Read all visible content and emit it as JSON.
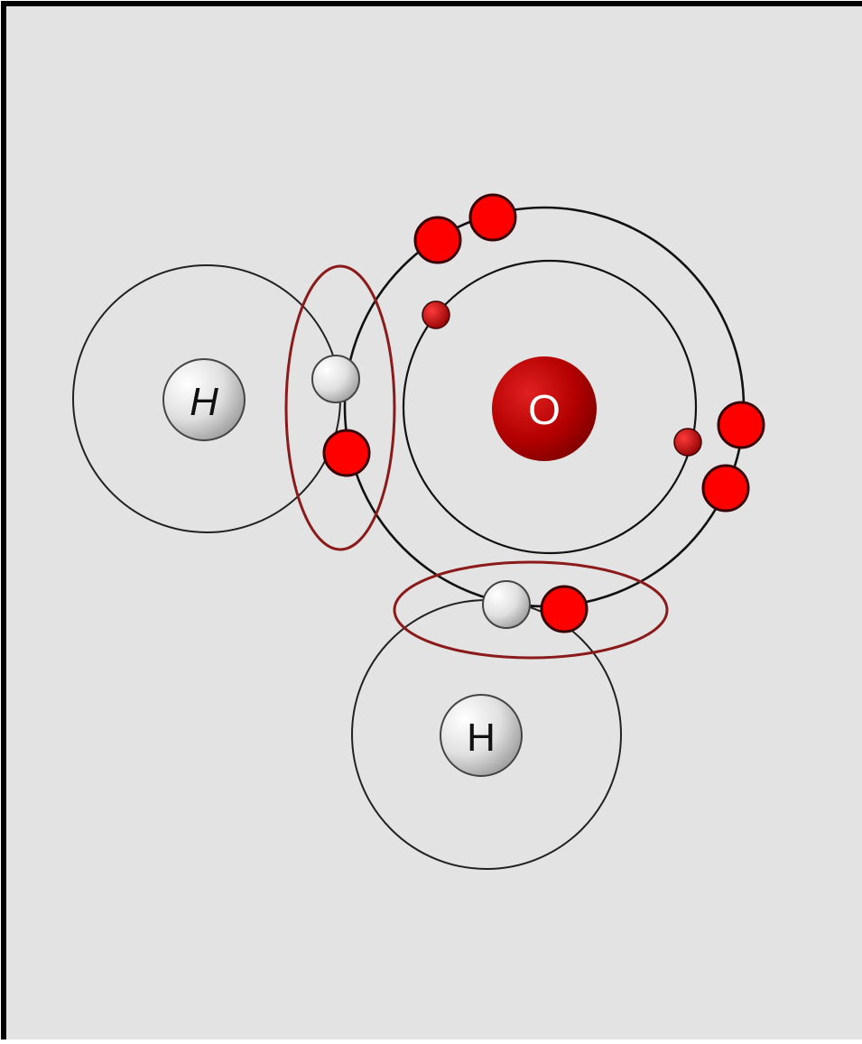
{
  "diagram": {
    "oxygen_label": "O",
    "hydrogen_labels": [
      "H",
      "H"
    ],
    "colors": {
      "background": "#e3e3e3",
      "frame": "#000000",
      "shell_line": "#111111",
      "bond_ellipse": "#8b1a1a",
      "electron": "#ff0000",
      "electron_stroke": "#3a0000",
      "inner_electron": "#b00000",
      "oxygen_nucleus": "#b30000",
      "hydrogen_nucleus": "#d8d8d8",
      "label_on_oxygen": "#ffffff",
      "label_on_hydrogen": "#111111"
    }
  }
}
